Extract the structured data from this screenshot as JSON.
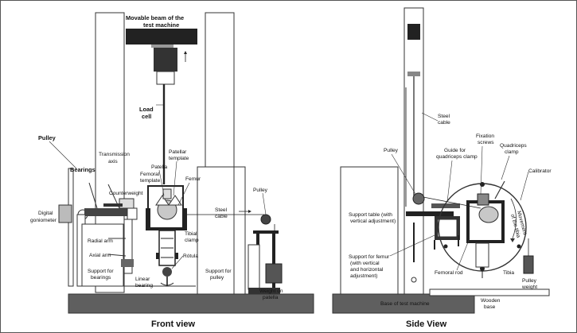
{
  "captions": {
    "front": "Front view",
    "side": "Side View"
  },
  "front_labels": {
    "movable_beam_1": "Movable beam of the",
    "movable_beam_2": "test machine",
    "load_cell_1": "Load",
    "load_cell_2": "cell",
    "pulley": "Pulley",
    "transmission_1": "Transmission",
    "transmission_2": "axis",
    "bearings": "Bearings",
    "patella": "Patella",
    "patellar_template_1": "Patellar",
    "patellar_template_2": "template",
    "femoral_template_1": "Femoral",
    "femoral_template_2": "template",
    "femur": "Femur",
    "counterweight": "Counterweight",
    "digital_goniometer_1": "Digital",
    "digital_goniometer_2": "goniometer",
    "radial_arm": "Radial arm",
    "axial_arm": "Axial arm",
    "support_bearings_1": "Support for",
    "support_bearings_2": "bearings",
    "tibial_clamp_1": "Tibial",
    "tibial_clamp_2": "clamp",
    "rotula": "Rótula",
    "linear_bearing_1": "Linear",
    "linear_bearing_2": "bearing",
    "steel_cable_1": "Steel",
    "steel_cable_2": "cable",
    "pulley_right": "Pulley",
    "support_pulley_1": "Support for",
    "support_pulley_2": "pulley",
    "weight_patella_1": "Weight on",
    "weight_patella_2": "patella"
  },
  "side_labels": {
    "steel_cable_1": "Steel",
    "steel_cable_2": "cable",
    "pulley": "Pulley",
    "fixation_1": "Fixation",
    "fixation_2": "screws",
    "guide_1": "Guide for",
    "guide_2": "quadriceps clamp",
    "quad_clamp_1": "Quadriceps",
    "quad_clamp_2": "clamp",
    "calibrator": "Calibrator",
    "support_table_1": "Support table (with",
    "support_table_2": "vertical adjustment)",
    "movement_1": "Movement",
    "movement_2": "of the tibia",
    "support_femur_1": "Support for femur",
    "support_femur_2": "(with vertical",
    "support_femur_3": "and horizontal",
    "support_femur_4": "adjustment)",
    "femoral_rod": "Femoral rod",
    "tibia": "Tibia",
    "pulley_weight_1": "Pulley",
    "pulley_weight_2": "weight",
    "base_machine": "Base of test machine",
    "wooden_1": "Wooden",
    "wooden_2": "base"
  }
}
